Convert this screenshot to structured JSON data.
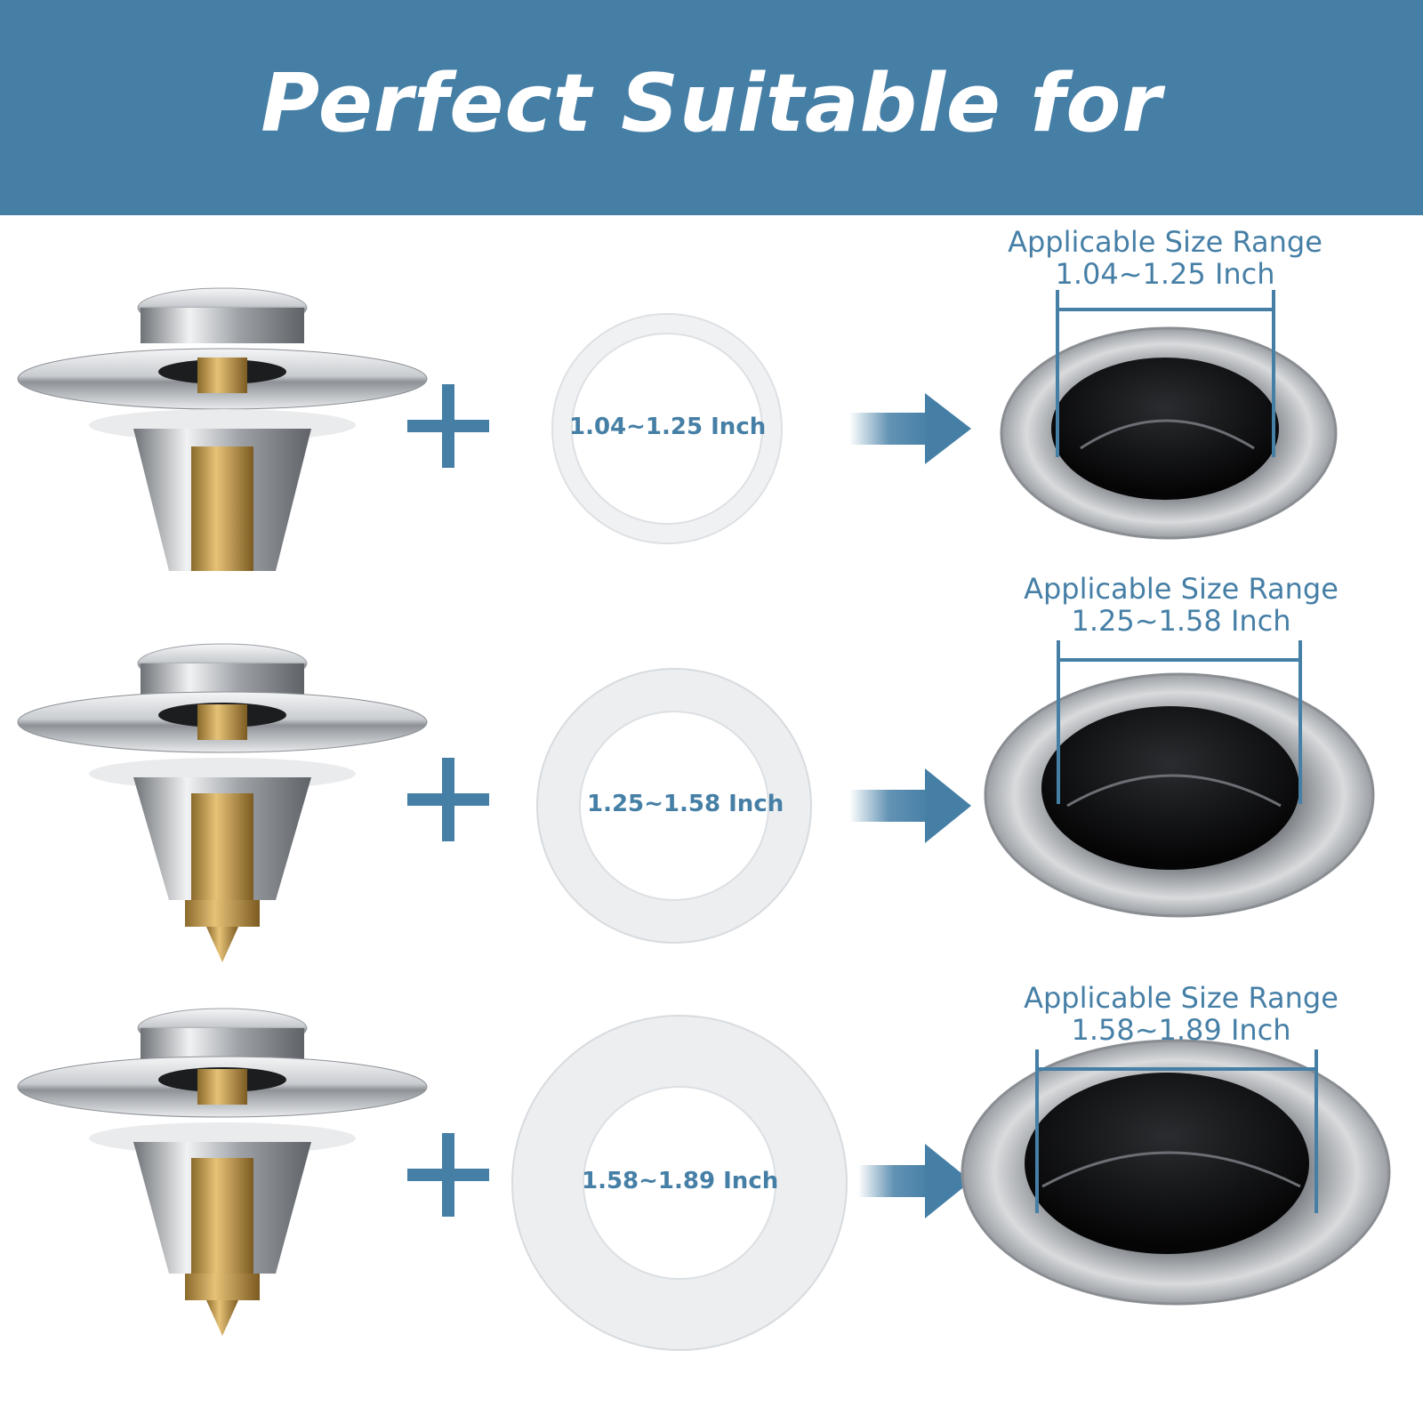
{
  "banner": {
    "title": "Perfect Suitable for",
    "color": "#467fa6"
  },
  "icons": [
    "plus-icon",
    "right-arrow-icon"
  ],
  "rows": [
    {
      "washer_label": "1.04~1.25 Inch",
      "range_title": "Applicable Size Range",
      "range_value": "1.04~1.25  Inch"
    },
    {
      "washer_label": "1.25~1.58 Inch",
      "range_title": "Applicable Size Range",
      "range_value": "1.25~1.58  Inch"
    },
    {
      "washer_label": "1.58~1.89 Inch",
      "range_title": "Applicable Size Range",
      "range_value": "1.58~1.89  Inch"
    }
  ]
}
